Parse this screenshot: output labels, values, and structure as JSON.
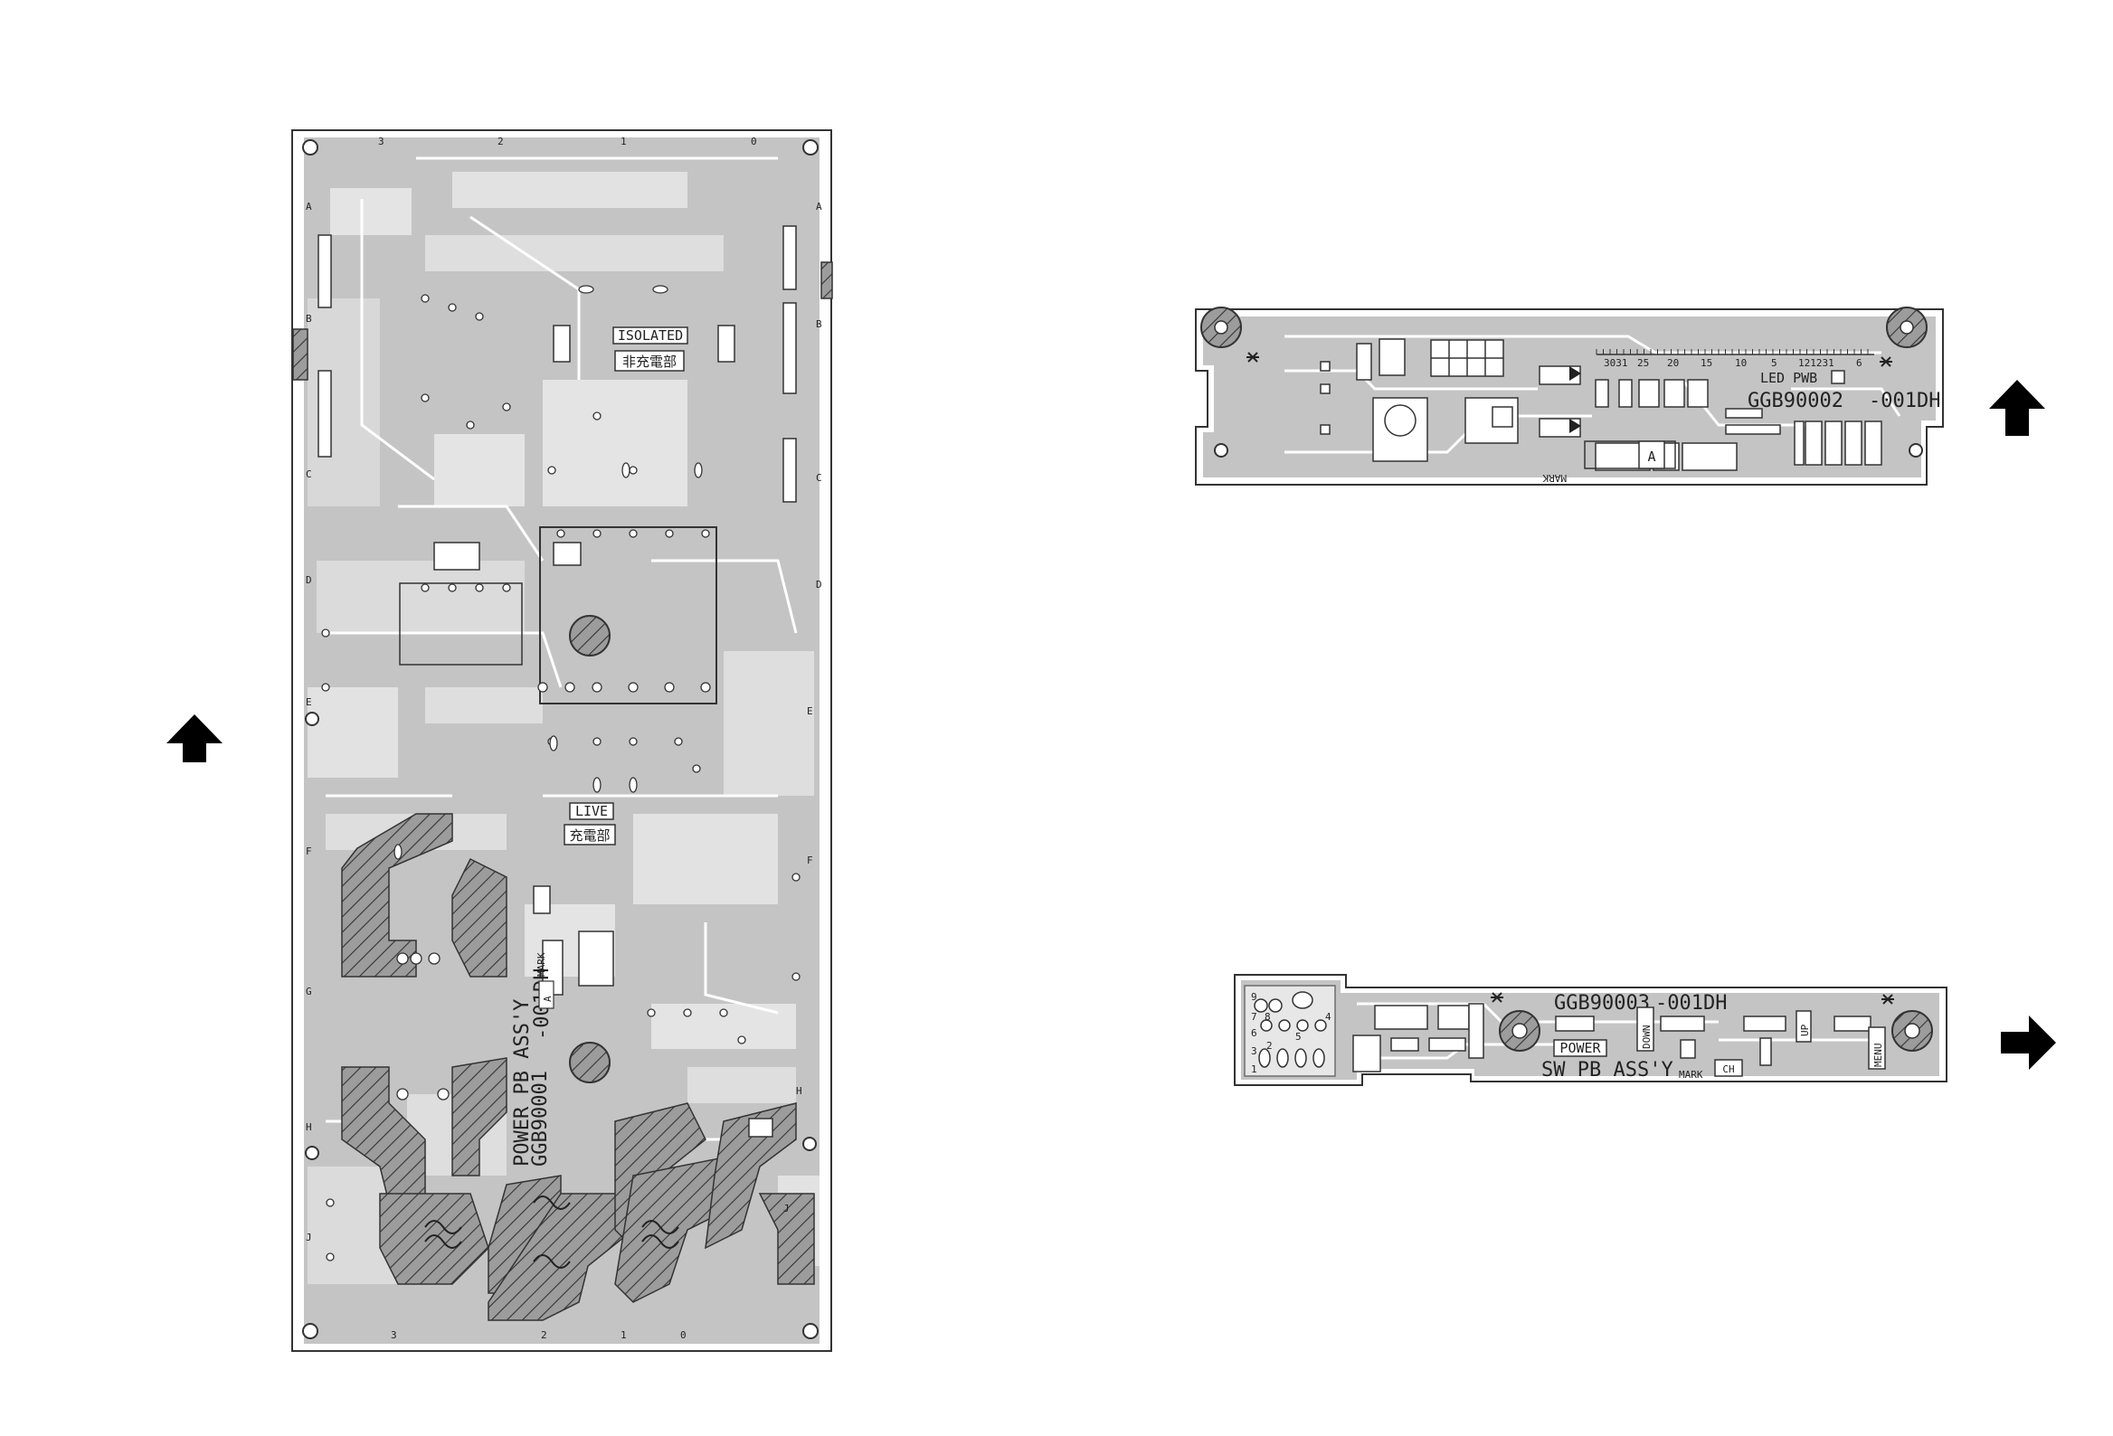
{
  "power_board": {
    "isolated_label": "ISOLATED",
    "non_live_jp": "非充電部",
    "live_label": "LIVE",
    "live_jp": "充電部",
    "assy_line1": "POWER PB ASS'Y",
    "assy_line2": "GGB90001",
    "assy_line3": "-001DH",
    "mark": "MARK",
    "label_a": "A",
    "col_3_top": "3",
    "col_2_top": "2",
    "col_1_top": "1",
    "col_0_top": "0",
    "col_3_bot": "3",
    "col_2_bot": "2",
    "col_1_bot": "1",
    "col_0_bot": "0",
    "row_letters": [
      "A",
      "B",
      "C",
      "D",
      "E",
      "F",
      "G",
      "H",
      "J"
    ]
  },
  "led_board": {
    "title": "LED PWB",
    "part_no": "GGB90002",
    "suffix": "-001DH",
    "mark": "MARK",
    "label_a": "A",
    "scale_labels": [
      "3031",
      "25",
      "20",
      "15",
      "10",
      "5",
      "121231",
      "6"
    ]
  },
  "sw_board": {
    "part_no": "GGB90003",
    "suffix": "-001DH",
    "assy": "SW PB ASS'Y",
    "mark": "MARK",
    "btn_power": "POWER",
    "btn_down": "DOWN",
    "btn_up": "UP",
    "btn_menu": "MENU",
    "btn_ch": "CH",
    "conn_pins": [
      "9",
      "8",
      "7",
      "6",
      "5",
      "4",
      "3",
      "2",
      "1"
    ]
  }
}
